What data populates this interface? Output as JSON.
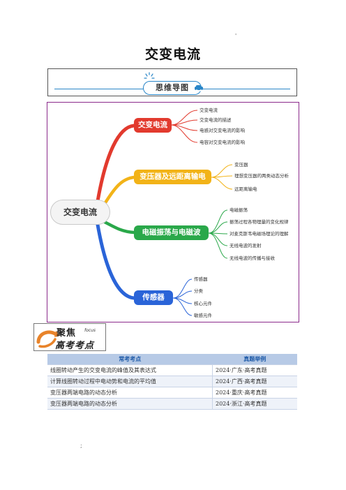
{
  "doc": {
    "title": "交变电流",
    "mark_top": "'",
    "mark_bottom": ";"
  },
  "section": {
    "title": "思维导图"
  },
  "mindmap": {
    "center": "交变电流",
    "branches": [
      {
        "label": "交变电流",
        "color": "#e23a2e",
        "leaves": [
          "交变电流",
          "交变电流的描述",
          "电感对交变电流的影响",
          "电容对交变电流的影响"
        ]
      },
      {
        "label": "变压器及远距离输电",
        "color": "#f2b318",
        "leaves": [
          "变压器",
          "理想变压器的两类动态分析",
          "远距离输电"
        ]
      },
      {
        "label": "电磁振荡与电磁波",
        "color": "#2aa84a",
        "leaves": [
          "电磁振荡",
          "振荡过程各物理量的变化规律",
          "对麦克斯韦电磁场理论的理解",
          "无线电波的发射",
          "无线电波的传播与接收"
        ]
      },
      {
        "label": "传感器",
        "color": "#2a64d8",
        "leaves": [
          "传感器",
          "分类",
          "核心元件",
          "敏感元件"
        ]
      }
    ]
  },
  "focus": {
    "line1": "聚焦",
    "tag": "focus",
    "line2": "高考考点"
  },
  "table": {
    "headers": [
      "常考考点",
      "真题举例"
    ],
    "rows": [
      [
        "线圈转动产生的交变电流的峰值及其表达式",
        "2024·广东·高考真题"
      ],
      [
        "计算线圈转动过程中电动势和电流的平均值",
        "2024·广西·高考真题"
      ],
      [
        "变压器两端电路的动态分析",
        "2024·重庆·高考真题"
      ],
      [
        "变压器两端电路的动态分析",
        "2024·浙江·高考真题"
      ]
    ]
  }
}
